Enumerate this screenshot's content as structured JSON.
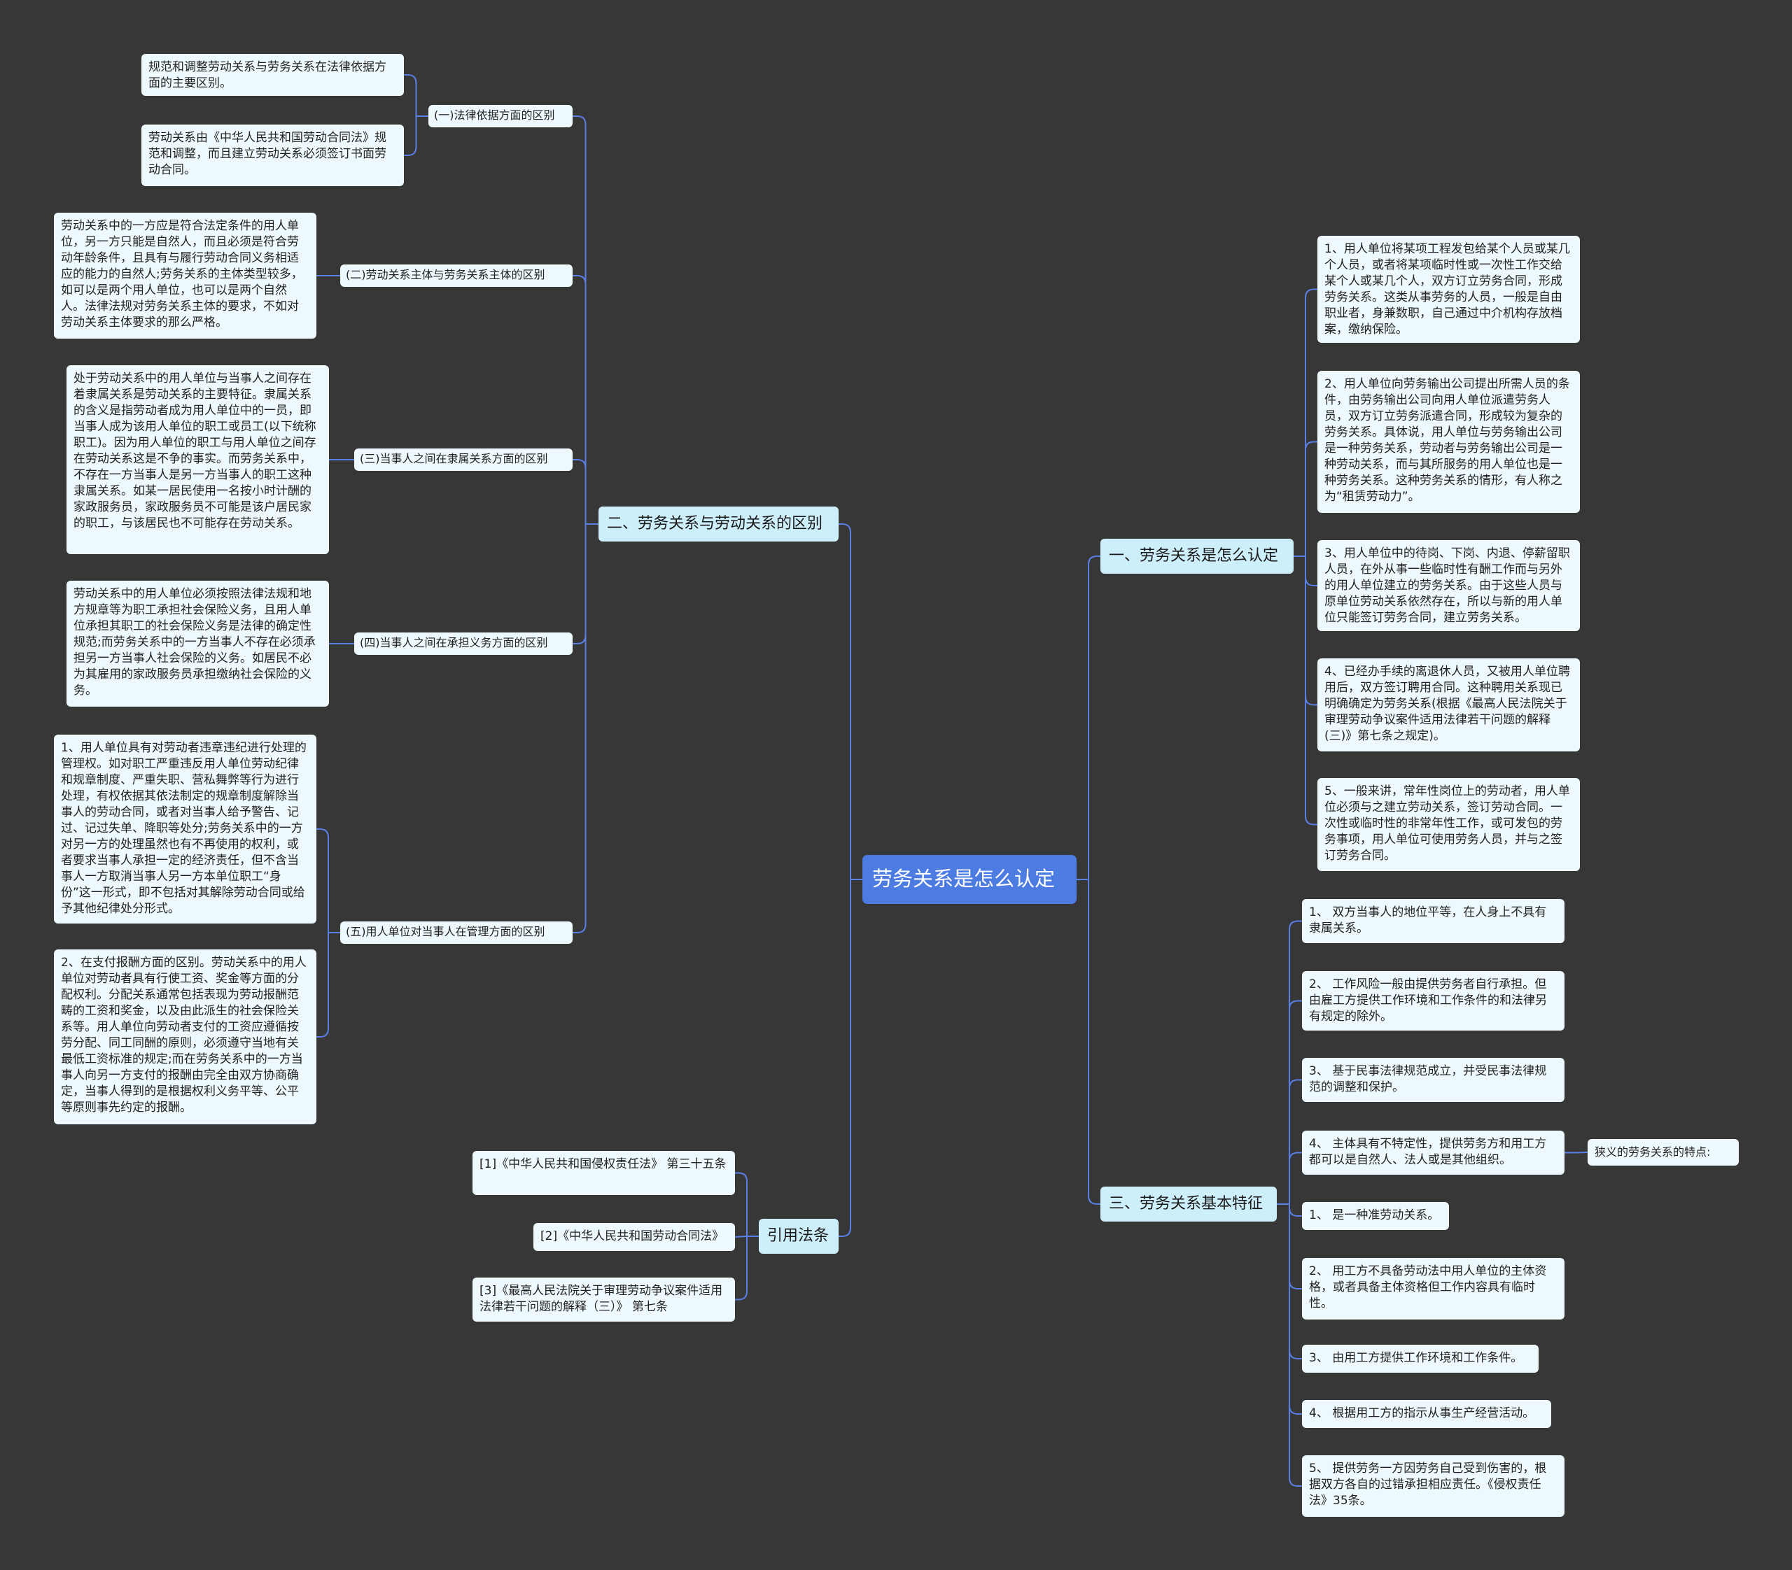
{
  "root": {
    "label": "劳务关系是怎么认定"
  },
  "branches": {
    "b1": "一、劳务关系是怎么认定",
    "b2": "二、劳务关系与劳动关系的区别",
    "b3": "三、劳务关系基本特征",
    "b4": "引用法条"
  },
  "sec2": {
    "s1": {
      "label": "(一)法律依据方面的区别",
      "leaves": [
        "规范和调整劳动关系与劳务关系在法律依据方面的主要区别。",
        "劳动关系由《中华人民共和国劳动合同法》规范和调整，而且建立劳动关系必须签订书面劳动合同。"
      ]
    },
    "s2": {
      "label": "(二)劳动关系主体与劳务关系主体的区别",
      "leaves": [
        "劳动关系中的一方应是符合法定条件的用人单位，另一方只能是自然人，而且必须是符合劳动年龄条件，且具有与履行劳动合同义务相适应的能力的自然人;劳务关系的主体类型较多，如可以是两个用人单位，也可以是两个自然人。法律法规对劳务关系主体的要求，不如对劳动关系主体要求的那么严格。"
      ]
    },
    "s3": {
      "label": "(三)当事人之间在隶属关系方面的区别",
      "leaves": [
        "处于劳动关系中的用人单位与当事人之间存在着隶属关系是劳动关系的主要特征。隶属关系的含义是指劳动者成为用人单位中的一员，即当事人成为该用人单位的职工或员工(以下统称职工)。因为用人单位的职工与用人单位之间存在劳动关系这是不争的事实。而劳务关系中，不存在一方当事人是另一方当事人的职工这种隶属关系。如某一居民使用一名按小时计酬的家政服务员，家政服务员不可能是该户居民家的职工，与该居民也不可能存在劳动关系。"
      ]
    },
    "s4": {
      "label": "(四)当事人之间在承担义务方面的区别",
      "leaves": [
        "劳动关系中的用人单位必须按照法律法规和地方规章等为职工承担社会保险义务，且用人单位承担其职工的社会保险义务是法律的确定性规范;而劳务关系中的一方当事人不存在必须承担另一方当事人社会保险的义务。如居民不必为其雇用的家政服务员承担缴纳社会保险的义务。"
      ]
    },
    "s5": {
      "label": "(五)用人单位对当事人在管理方面的区别",
      "leaves": [
        "1、用人单位具有对劳动者违章违纪进行处理的管理权。如对职工严重违反用人单位劳动纪律和规章制度、严重失职、营私舞弊等行为进行处理，有权依据其依法制定的规章制度解除当事人的劳动合同，或者对当事人给予警告、记过、记过失单、降职等处分;劳务关系中的一方对另一方的处理虽然也有不再使用的权利，或者要求当事人承担一定的经济责任，但不含当事人一方取消当事人另一方本单位职工“身份”这一形式，即不包括对其解除劳动合同或给予其他纪律处分形式。",
        "2、在支付报酬方面的区别。劳动关系中的用人单位对劳动者具有行使工资、奖金等方面的分配权利。分配关系通常包括表现为劳动报酬范畴的工资和奖金，以及由此派生的社会保险关系等。用人单位向劳动者支付的工资应遵循按劳分配、同工同酬的原则，必须遵守当地有关最低工资标准的规定;而在劳务关系中的一方当事人向另一方支付的报酬由完全由双方协商确定，当事人得到的是根据权利义务平等、公平等原则事先约定的报酬。"
      ]
    }
  },
  "sec1": {
    "leaves": [
      "1、用人单位将某项工程发包给某个人员或某几个人员，或者将某项临时性或一次性工作交给某个人或某几个人，双方订立劳务合同，形成劳务关系。这类从事劳务的人员，一般是自由职业者，身兼数职，自己通过中介机构存放档案，缴纳保险。",
      "2、用人单位向劳务输出公司提出所需人员的条件，由劳务输出公司向用人单位派遣劳务人员，双方订立劳务派遣合同，形成较为复杂的劳务关系。具体说，用人单位与劳务输出公司是一种劳务关系，劳动者与劳务输出公司是一种劳动关系，而与其所服务的用人单位也是一种劳务关系。这种劳务关系的情形，有人称之为“租赁劳动力”。",
      "3、用人单位中的待岗、下岗、内退、停薪留职人员，在外从事一些临时性有酬工作而与另外的用人单位建立的劳务关系。由于这些人员与原单位劳动关系依然存在，所以与新的用人单位只能签订劳务合同，建立劳务关系。",
      "4、已经办手续的离退休人员，又被用人单位聘用后，双方签订聘用合同。这种聘用关系现已明确确定为劳务关系(根据《最高人民法院关于审理劳动争议案件适用法律若干问题的解释(三)》第七条之规定)。",
      "5、一般来讲，常年性岗位上的劳动者，用人单位必须与之建立劳动关系，签订劳动合同。一次性或临时性的非常年性工作，或可发包的劳务事项，用人单位可使用劳务人员，并与之签订劳务合同。"
    ]
  },
  "sec3": {
    "leaves": [
      "1、 双方当事人的地位平等，在人身上不具有隶属关系。",
      "2、 工作风险一般由提供劳务者自行承担。但由雇工方提供工作环境和工作条件的和法律另有规定的除外。",
      "3、 基于民事法律规范成立，并受民事法律规范的调整和保护。",
      "4、 主体具有不特定性，提供劳务方和用工方都可以是自然人、法人或是其他组织。",
      "1、 是一种准劳动关系。",
      "2、 用工方不具备劳动法中用人单位的主体资格，或者具备主体资格但工作内容具有临时性。",
      "3、 由用工方提供工作环境和工作条件。",
      "4、 根据用工方的指示从事生产经营活动。",
      "5、 提供劳务一方因劳务自己受到伤害的，根据双方各自的过错承担相应责任。《侵权责任法》35条。"
    ],
    "narrow_label": "狭义的劳务关系的特点:"
  },
  "sec4": {
    "leaves": [
      "[1]《中华人民共和国侵权责任法》 第三十五条",
      "[2]《中华人民共和国劳动合同法》",
      "[3]《最高人民法院关于审理劳动争议案件适用法律若干问题的解释（三）》 第七条"
    ]
  },
  "colors": {
    "background": "#373737",
    "line": "#5a7fe6",
    "root": "#4c7be2",
    "branch": "#cdeefb",
    "leaf": "#eef9fd"
  }
}
